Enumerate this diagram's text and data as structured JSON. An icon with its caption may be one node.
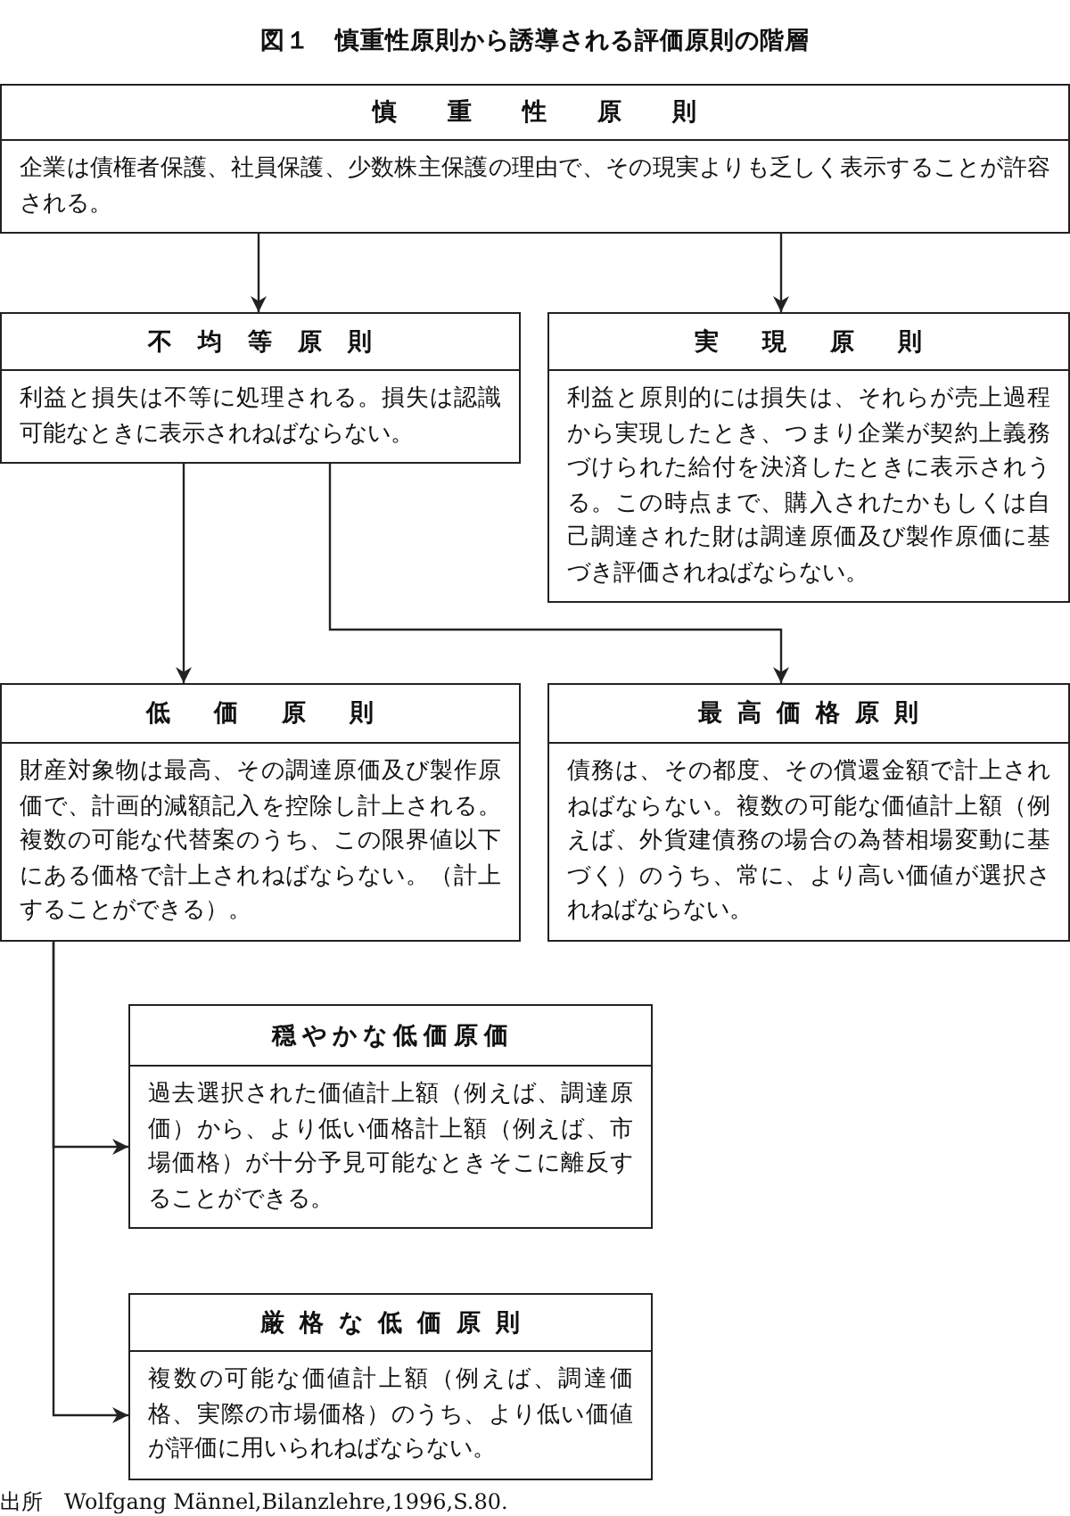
{
  "diagram": {
    "title": "図１　慎重性原則から誘導される評価原則の階層",
    "nodes": [
      {
        "text": [
          "慎重性原則",
          "企業は債権者保護、社員保護、少数株主保護の理由で、その現実よりも乏しく表示することが許容される。"
        ]
      },
      {
        "text": [
          "不均等原則",
          "利益と損失は不等に処理される。損失は認識可能なときに表示されねばならない。"
        ]
      },
      {
        "text": [
          "実現原則",
          "利益と原則的には損失は、それらが売上過程から実現したとき、つまり企業が契約上義務づけられた給付を決済したときに表示されうる。この時点まで、購入されたかもしくは自己調達された財は調達原価及び製作原価に基づき評価されねばならない。"
        ]
      },
      {
        "text": [
          "低価原則",
          "財産対象物は最高、その調達原価及び製作原価で、計画的減額記入を控除し計上される。複数の可能な代替案のうち、この限界値以下にある価格で計上されねばならない。（計上することができる）。"
        ]
      },
      {
        "text": [
          "最高価格原則",
          "債務は、その都度、その償還金額で計上されねばならない。複数の可能な価値計上額（例えば、外貨建債務の場合の為替相場変動に基づく）のうち、常に、より高い価値が選択されねばならない。"
        ]
      },
      {
        "text": [
          "穏やかな低価原価",
          "過去選択された価値計上額（例えば、調達原価）から、より低い価格計上額（例えば、市場価格）が十分予見可能なときそこに離反することができる。"
        ]
      },
      {
        "text": [
          "厳格な低価原則",
          "複数の可能な価値計上額（例えば、調達価格、実際の市場価格）のうち、より低い価値が評価に用いられねばならない。"
        ]
      }
    ],
    "edges": [
      {
        "from": 0,
        "to": 1,
        "arrow": "to"
      },
      {
        "from": 0,
        "to": 2,
        "arrow": "to"
      },
      {
        "from": 1,
        "to": 3,
        "arrow": "to"
      },
      {
        "from": 1,
        "to": 4,
        "arrow": "to"
      },
      {
        "from": 3,
        "to": 5,
        "arrow": "to"
      },
      {
        "from": 3,
        "to": 6,
        "arrow": "to"
      }
    ],
    "caption": "出所　Wolfgang Männel,Bilanzlehre,1996,S.80."
  }
}
